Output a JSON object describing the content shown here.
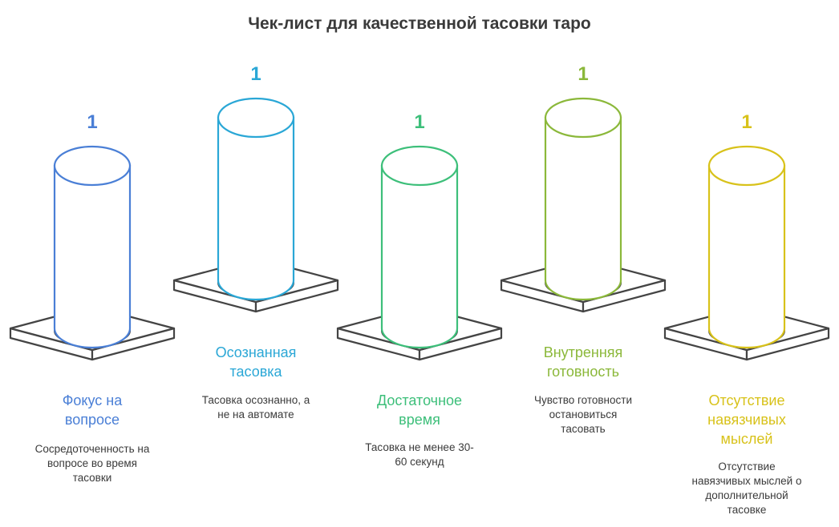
{
  "title": "Чек-лист для качественной тасовки таро",
  "items": [
    {
      "number": "1",
      "label": "Фокус на\nвопросе",
      "desc": "Сосредоточенность на\nвопросе во время\nтасовки",
      "color": "#4a7fd6"
    },
    {
      "number": "1",
      "label": "Осознанная\nтасовка",
      "desc": "Тасовка осознанно, а\nне на автомате",
      "color": "#2aa7d6"
    },
    {
      "number": "1",
      "label": "Достаточное\nвремя",
      "desc": "Тасовка не менее 30-\n60 секунд",
      "color": "#3dbf7a"
    },
    {
      "number": "1",
      "label": "Внутренняя\nготовность",
      "desc": "Чувство готовности\nостановиться\nтасовать",
      "color": "#8bb83a"
    },
    {
      "number": "1",
      "label": "Отсутствие\nнавязчивых\nмыслей",
      "desc": "Отсутствие\nнавязчивых мыслей о\nдополнительной\nтасовке",
      "color": "#d8c21a"
    }
  ]
}
